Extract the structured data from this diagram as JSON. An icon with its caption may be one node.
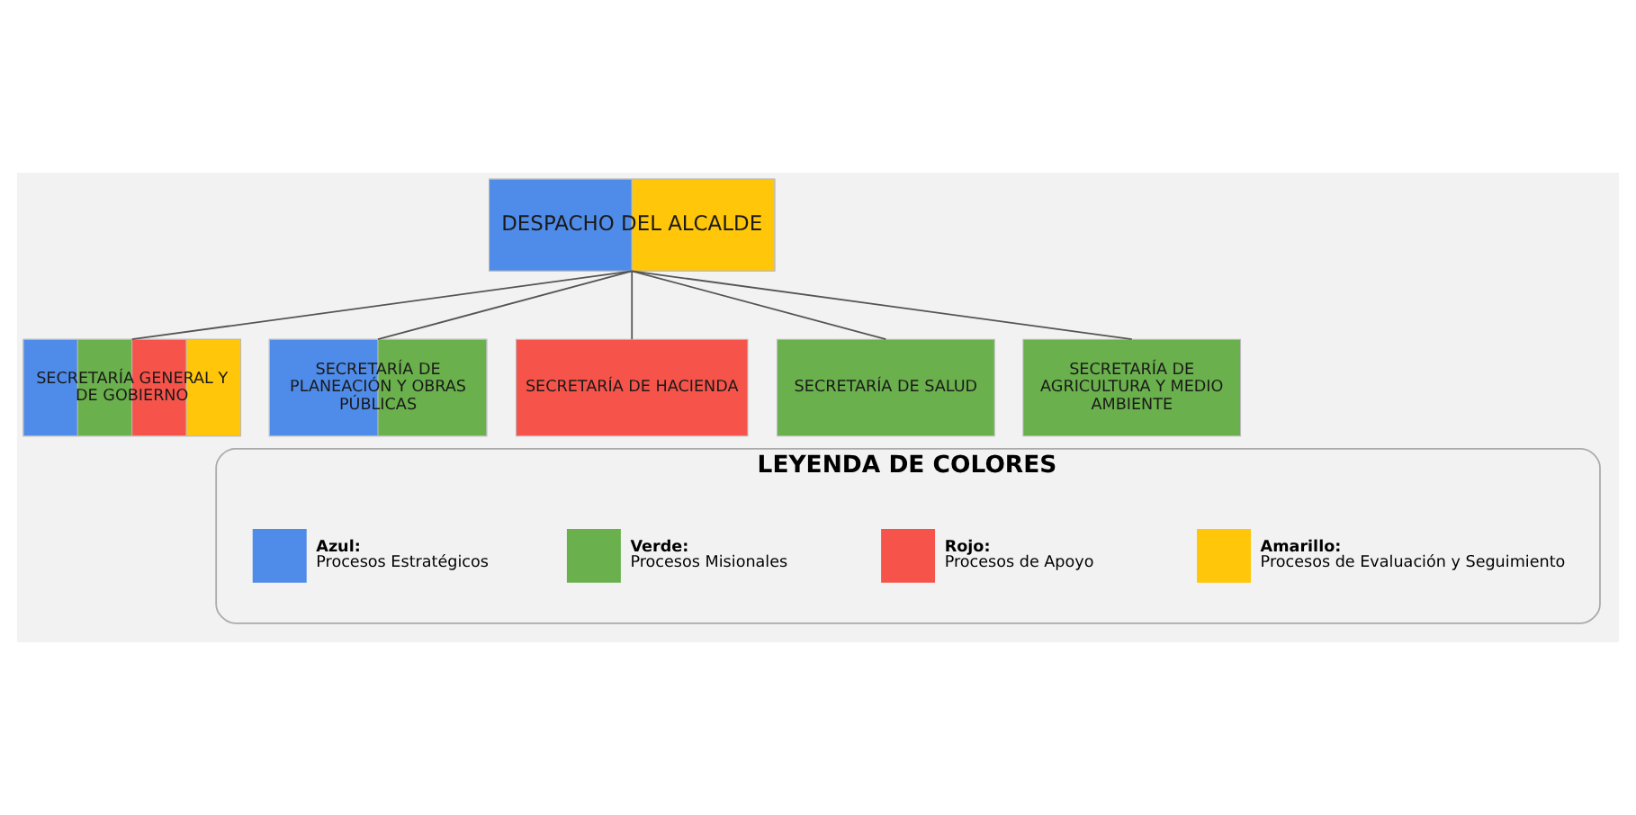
{
  "diagram": {
    "nodes": [
      {
        "text": [
          "DESPACHO DEL ALCALDE"
        ]
      },
      {
        "text": [
          "SECRETARÍA GENERAL Y DE GOBIERNO"
        ]
      },
      {
        "text": [
          "SECRETARÍA DE PLANEACIÓN Y OBRAS PÚBLICAS"
        ]
      },
      {
        "text": [
          "SECRETARÍA DE HACIENDA"
        ]
      },
      {
        "text": [
          "SECRETARÍA DE SALUD"
        ]
      },
      {
        "text": [
          "SECRETARÍA DE AGRICULTURA Y MEDIO AMBIENTE"
        ]
      },
      {
        "text": [
          "LEYENDA DE COLORES"
        ]
      }
    ],
    "edges": [
      {
        "from": 0,
        "to": 1,
        "arrow": "none"
      },
      {
        "from": 0,
        "to": 2,
        "arrow": "none"
      },
      {
        "from": 0,
        "to": 3,
        "arrow": "none"
      },
      {
        "from": 0,
        "to": 4,
        "arrow": "none"
      },
      {
        "from": 0,
        "to": 5,
        "arrow": "none"
      }
    ],
    "legend": [
      {
        "text": "**Azul:** Procesos Estratégicos",
        "color": "#4f8be8"
      },
      {
        "text": "**Verde:** Procesos Misionales",
        "color": "#6ab04c"
      },
      {
        "text": "**Rojo:** Procesos de Apoyo",
        "color": "#f6544a"
      },
      {
        "text": "**Amarillo:** Procesos de Evaluación y Seguimiento",
        "color": "#ffc60a"
      }
    ]
  }
}
